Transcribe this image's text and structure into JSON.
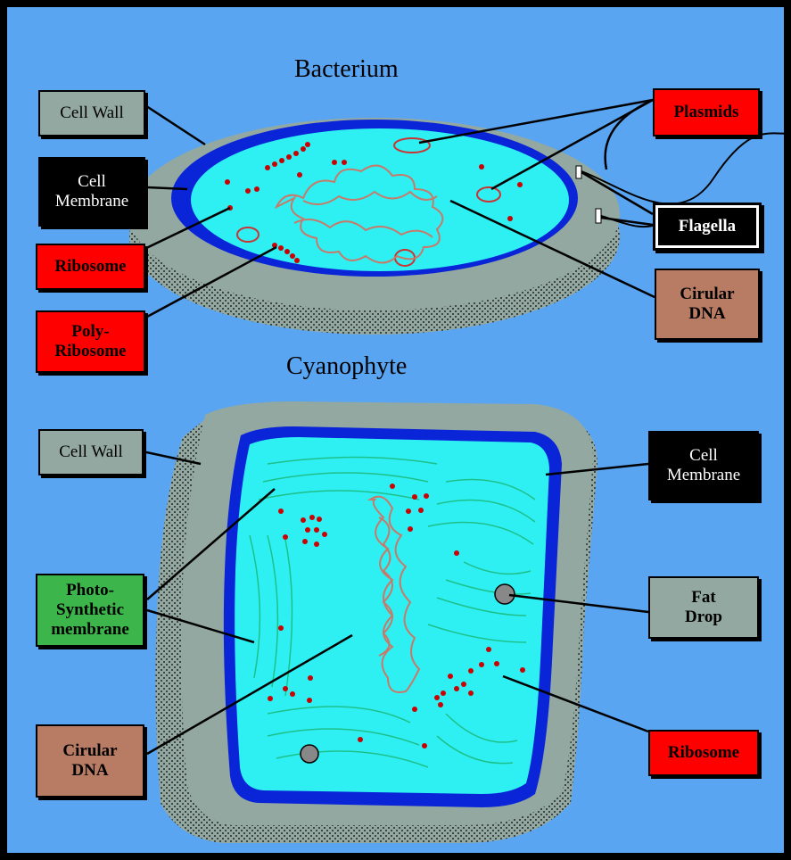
{
  "titles": {
    "bacterium": "Bacterium",
    "cyanophyte": "Cyanophyte"
  },
  "colors": {
    "background": "#5aa5f2",
    "cell_wall": "#93a8a0",
    "membrane": "#0a24d8",
    "cytoplasm": "#2ef0f2",
    "red_label": "#ff0000",
    "black_label": "#000000",
    "brown_label": "#b87b63",
    "green_label": "#3cb54a",
    "gray_label": "#93a8a0",
    "dna": "#c77a6a",
    "ribosome": "#cc0000"
  },
  "bacterium_labels": {
    "cell_wall": "Cell Wall",
    "cell_membrane": "Cell\nMembrane",
    "ribosome": "Ribosome",
    "poly_ribosome": "Poly-\nRibosome",
    "plasmids": "Plasmids",
    "flagella": "Flagella",
    "circular_dna": "Cirular\nDNA"
  },
  "cyanophyte_labels": {
    "cell_wall": "Cell Wall",
    "photosynthetic": "Photo-\nSynthetic\nmembrane",
    "circular_dna": "Cirular\nDNA",
    "cell_membrane": "Cell\nMembrane",
    "fat_drop": "Fat\nDrop",
    "ribosome": "Ribosome"
  }
}
